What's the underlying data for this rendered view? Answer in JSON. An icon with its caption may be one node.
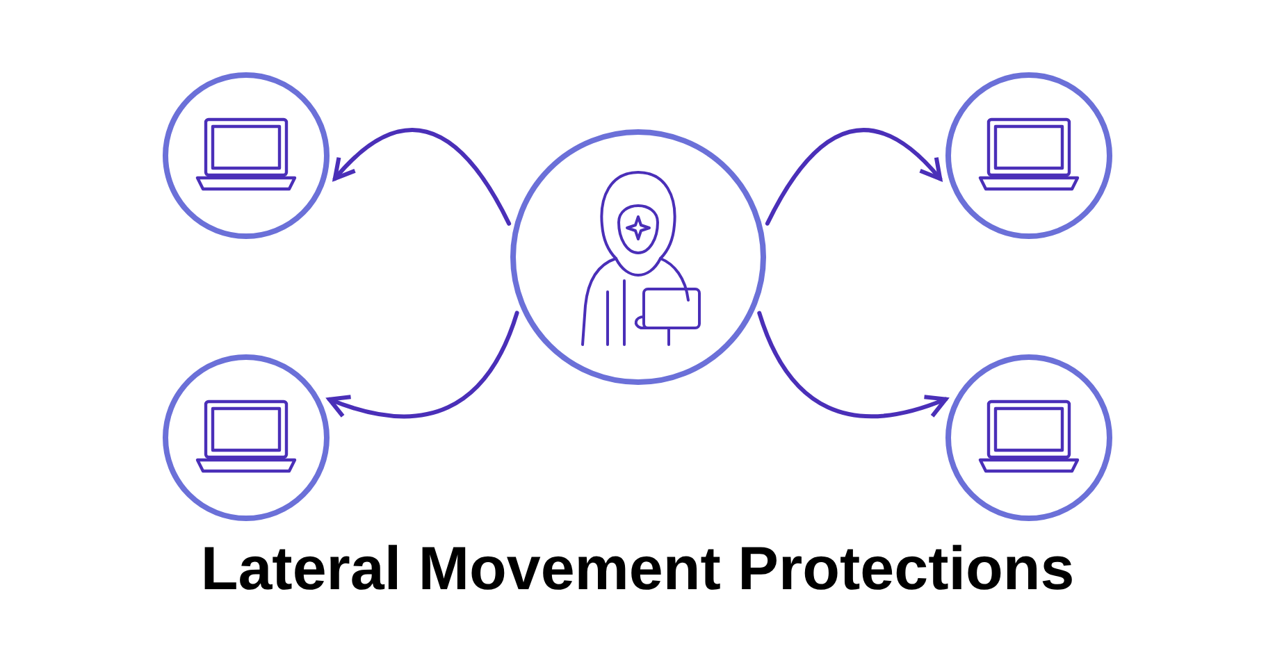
{
  "diagram": {
    "title": "Lateral Movement Protections",
    "nodes": [
      {
        "text": [],
        "shape": "circle"
      },
      {
        "text": [],
        "shape": "circle"
      },
      {
        "text": [],
        "shape": "circle"
      },
      {
        "text": [],
        "shape": "circle"
      },
      {
        "text": [],
        "shape": "circle"
      }
    ],
    "edges": [
      {
        "from": 0,
        "to": 1,
        "arrow": "to"
      },
      {
        "from": 0,
        "to": 2,
        "arrow": "to"
      },
      {
        "from": 0,
        "to": 3,
        "arrow": "to"
      },
      {
        "from": 0,
        "to": 4,
        "arrow": "to"
      }
    ]
  }
}
